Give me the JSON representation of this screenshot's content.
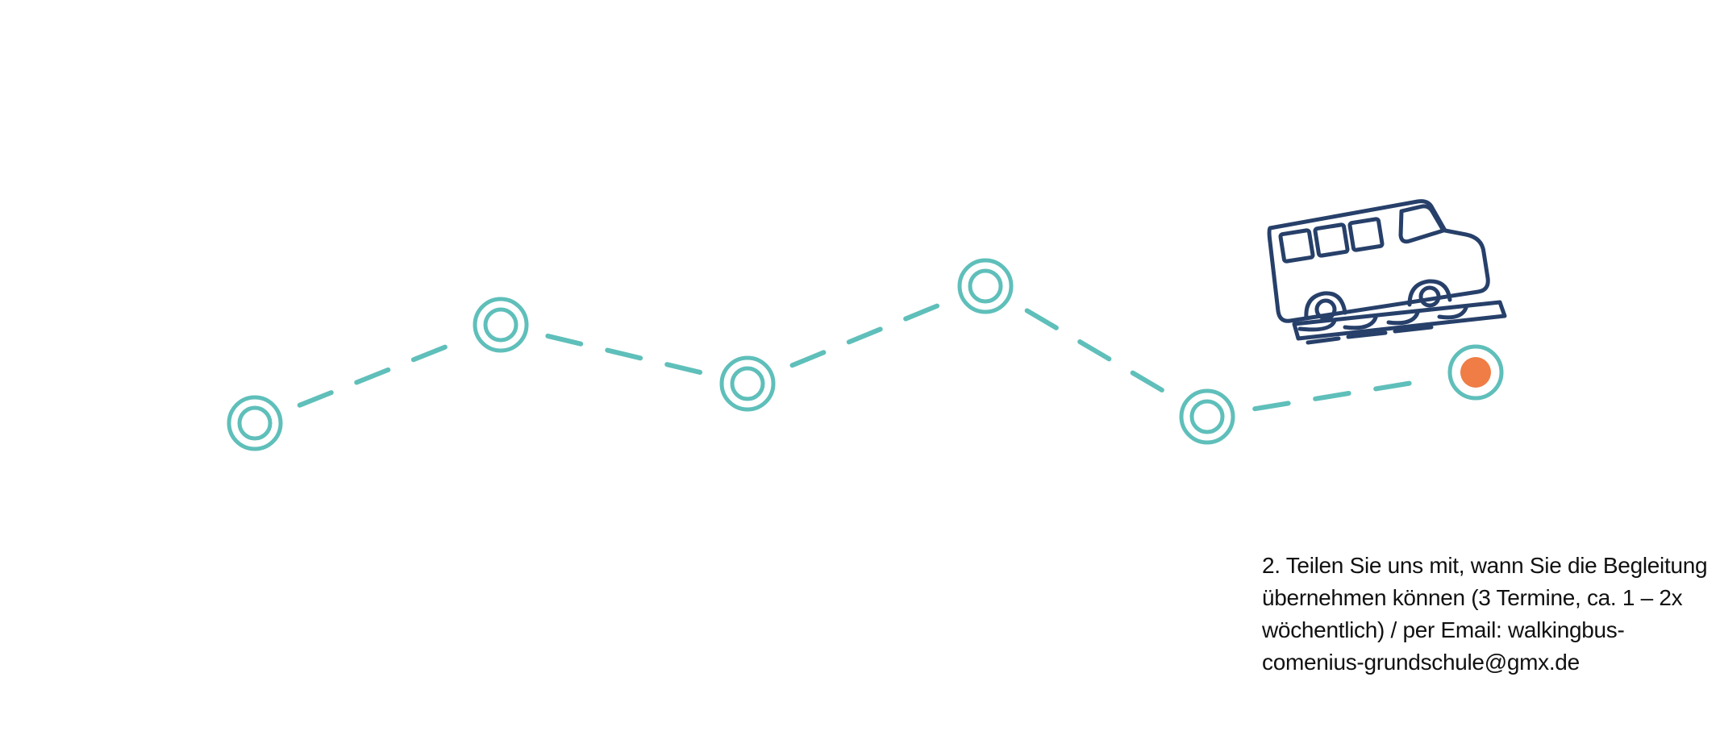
{
  "colors": {
    "route": "#5fbfba",
    "active_stop": "#ef7d45",
    "bus": "#27406a",
    "text": "#111111"
  },
  "route": {
    "stop_count": 6,
    "active_stop_index": 5
  },
  "icons": {
    "bus": "bus-icon",
    "stop": "stop-marker-icon",
    "current_stop": "current-stop-marker-icon"
  },
  "info_text": {
    "line1": "2. Teilen Sie uns mit, wann Sie die Begleitung",
    "line2": "übernehmen können  (3 Termine, ca. 1 – 2x",
    "line3": "wöchentlich)  / per Email: walkingbus-",
    "line4": "comenius-grundschule@gmx.de"
  }
}
